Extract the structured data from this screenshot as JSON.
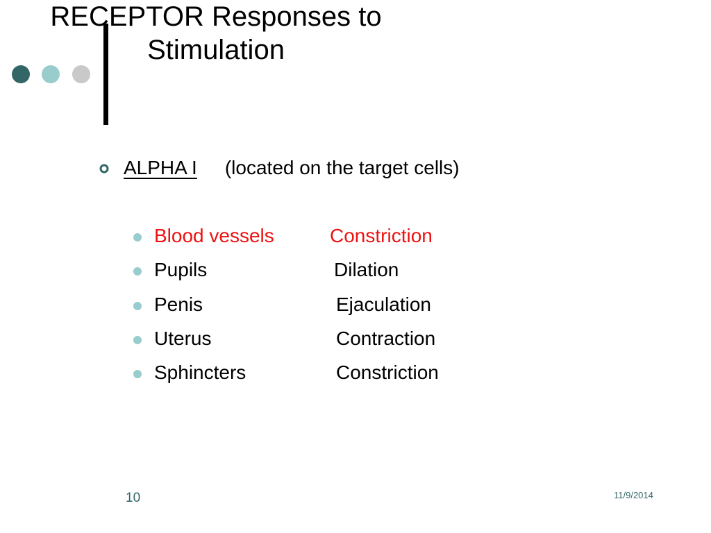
{
  "slide": {
    "title_lines": [
      "RECEPTOR Responses to",
      "Stimulation"
    ],
    "main_point": {
      "label": "ALPHA I",
      "description": "(located on the target cells)"
    },
    "sub_items": [
      {
        "organ": "Blood vessels",
        "response": "Constriction",
        "highlighted": true
      },
      {
        "organ": "Pupils",
        "response": "Dilation",
        "highlighted": false
      },
      {
        "organ": "Penis",
        "response": "Ejaculation",
        "highlighted": false
      },
      {
        "organ": "Uterus",
        "response": "Contraction",
        "highlighted": false
      },
      {
        "organ": "Sphincters",
        "response": "Constriction",
        "highlighted": false
      }
    ],
    "page_number": "10",
    "date": "11/9/2014"
  },
  "colors": {
    "accent_dark": "#336666",
    "accent_light": "#99cccc",
    "accent_gray": "#c9c9c9",
    "highlight_red": "#ee1111"
  },
  "icons": {
    "decorative_dots": "three-dots-icon",
    "main_bullet": "ring-bullet-icon",
    "sub_bullet": "dot-bullet-icon"
  }
}
